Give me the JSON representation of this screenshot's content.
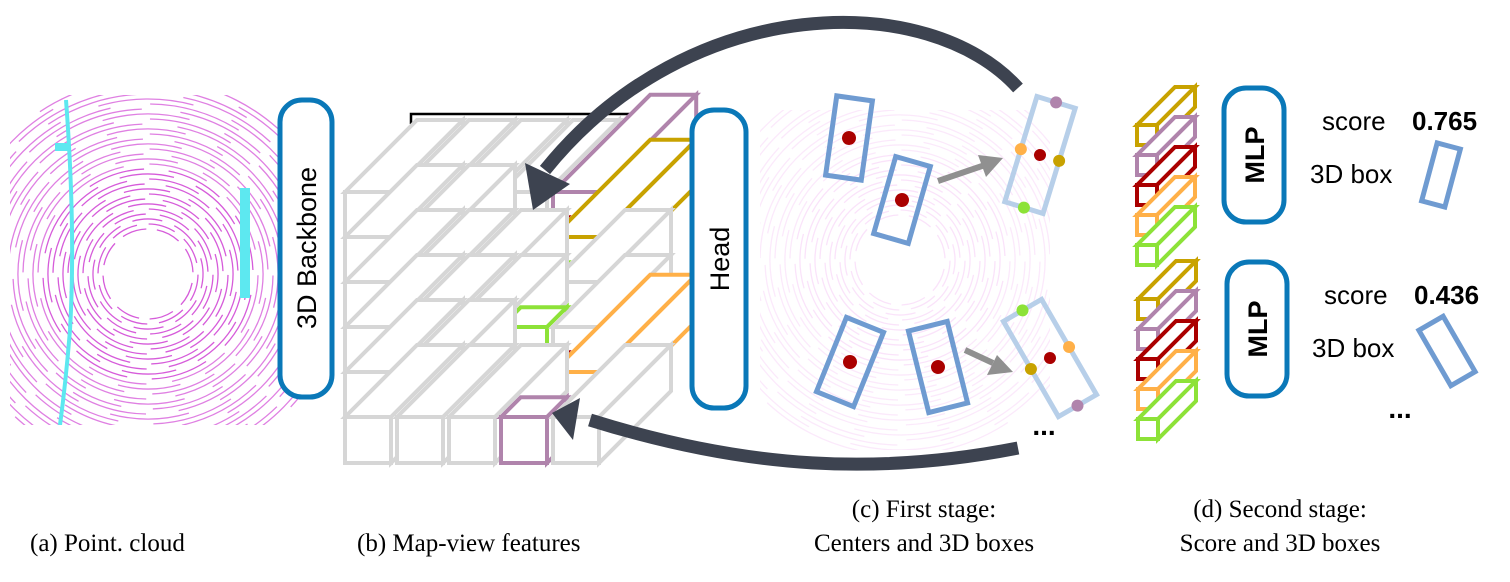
{
  "figure": {
    "blocks": {
      "backbone": "3D Backbone",
      "head": "Head",
      "mlp_top": "MLP",
      "mlp_bottom": "MLP"
    },
    "outputs": [
      {
        "score_label": "score",
        "score_value": "0.765",
        "box_label": "3D box"
      },
      {
        "score_label": "score",
        "score_value": "0.436",
        "box_label": "3D box"
      }
    ],
    "ellipsis_stage_c": "...",
    "ellipsis_stage_d": "...",
    "colors": {
      "block_outline": "#0a78b8",
      "arrow": "#3d4350",
      "grid_gray": "#d6d6d6",
      "gold": "#c8a200",
      "purple": "#b084ac",
      "red": "#aa0000",
      "orange": "#ffb048",
      "green": "#8de238",
      "box_blue": "#6f9bd1",
      "box_light_blue": "#b7cfe9",
      "small_arrow": "#909090",
      "point_magenta": "#d24ad6",
      "point_cyan": "#5de8f0"
    }
  },
  "captions": {
    "a": "(a) Point. cloud",
    "b": "(b) Map-view features",
    "c_line1": "(c) First stage:",
    "c_line2": "Centers and 3D boxes",
    "d_line1": "(d) Second stage:",
    "d_line2": "Score and 3D boxes"
  }
}
